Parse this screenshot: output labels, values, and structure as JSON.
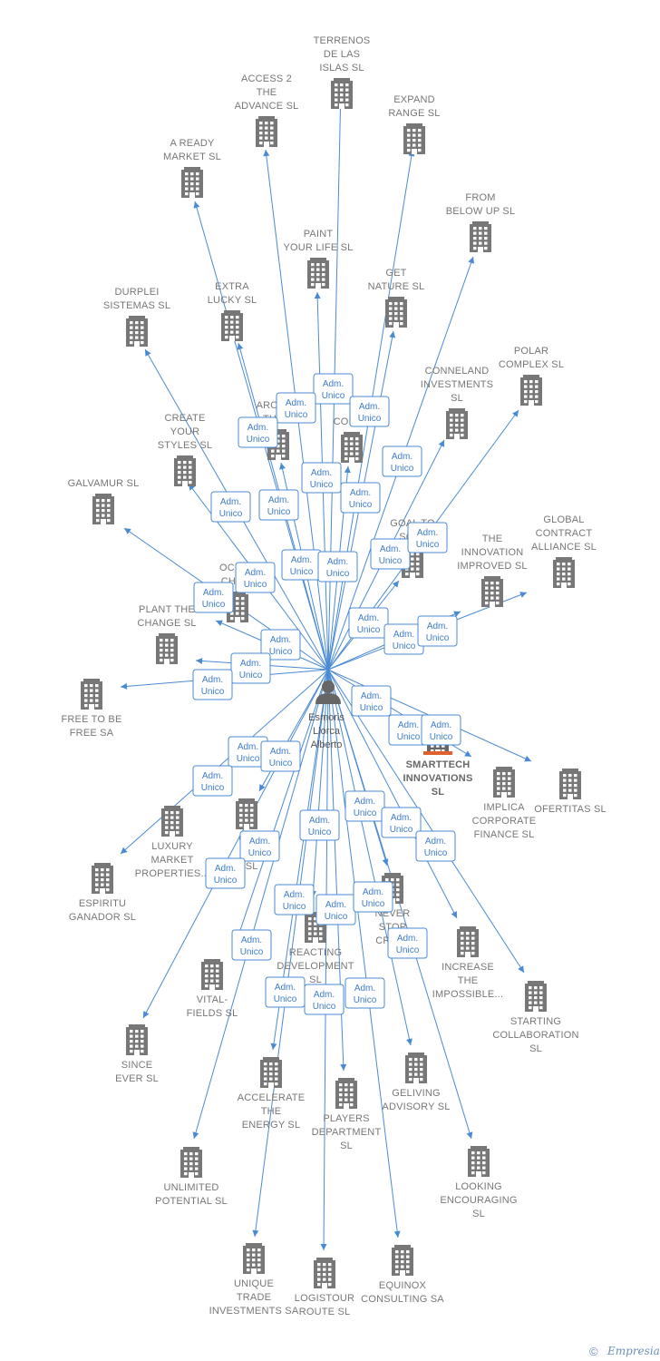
{
  "center": {
    "name_lines": [
      "Esmoris",
      "Llorca",
      "Alberto"
    ]
  },
  "badge_label_lines": [
    "Adm.",
    "Unico"
  ],
  "highlight_color": "#e06030",
  "edge_color": "#4a8ad4",
  "footer": {
    "copyright": "©",
    "brand": "Empresia"
  },
  "companies": [
    {
      "name": [
        "TERRENOS",
        "DE LAS",
        "ISLAS  SL"
      ]
    },
    {
      "name": [
        "ACCESS 2",
        "THE",
        "ADVANCE  SL"
      ]
    },
    {
      "name": [
        "EXPAND",
        "RANGE  SL"
      ]
    },
    {
      "name": [
        "A READY",
        "MARKET  SL"
      ]
    },
    {
      "name": [
        "FROM",
        "BELOW UP  SL"
      ]
    },
    {
      "name": [
        "PAINT",
        "YOUR LIFE  SL"
      ]
    },
    {
      "name": [
        "GET",
        "NATURE  SL"
      ]
    },
    {
      "name": [
        "DURPLEI",
        "SISTEMAS  SL"
      ]
    },
    {
      "name": [
        "EXTRA",
        "LUCKY  SL"
      ]
    },
    {
      "name": [
        "POLAR",
        "COMPLEX  SL"
      ]
    },
    {
      "name": [
        "CONNELAND",
        "INVESTMENTS",
        "SL"
      ]
    },
    {
      "name": [
        "AROUND",
        "THE C"
      ]
    },
    {
      "name": [
        "CONNE"
      ]
    },
    {
      "name": [
        "CREATE",
        "YOUR",
        "STYLES  SL"
      ]
    },
    {
      "name": [
        "GALVAMUR  SL"
      ]
    },
    {
      "name": [
        "GOAL TO",
        "SCAL"
      ]
    },
    {
      "name": [
        "THE",
        "INNOVATION",
        "IMPROVED  SL"
      ]
    },
    {
      "name": [
        "GLOBAL",
        "CONTRACT",
        "ALLIANCE  SL"
      ]
    },
    {
      "name": [
        "OCEAN",
        "CHALL"
      ]
    },
    {
      "name": [
        "PLANT THE",
        "CHANGE  SL"
      ]
    },
    {
      "name": [
        "FREE TO BE",
        "FREE SA"
      ]
    },
    {
      "name": [
        "SMARTTECH",
        "INNOVATIONS",
        "SL"
      ],
      "highlight": true
    },
    {
      "name": [
        "IMPLICA",
        "CORPORATE",
        "FINANCE  SL"
      ]
    },
    {
      "name": [
        "OFERTITAS  SL"
      ]
    },
    {
      "name": [
        "LUXURY",
        "MARKET",
        "PROPERTIES..."
      ]
    },
    {
      "name": [
        "GR",
        "TH",
        "D  SL"
      ]
    },
    {
      "name": [
        "ESPIRITU",
        "GANADOR SL"
      ]
    },
    {
      "name": [
        "NEVER",
        "STOP",
        "CREAT"
      ]
    },
    {
      "name": [
        "REACTING",
        "DEVELOPMENT",
        "SL"
      ]
    },
    {
      "name": [
        "INCREASE",
        "THE",
        "IMPOSSIBLE..."
      ]
    },
    {
      "name": [
        "VITAL-",
        "FIELDS  SL"
      ]
    },
    {
      "name": [
        "STARTING",
        "COLLABORATION",
        "SL"
      ]
    },
    {
      "name": [
        "SINCE",
        "EVER  SL"
      ]
    },
    {
      "name": [
        "ACCELERATE",
        "THE",
        "ENERGY  SL"
      ]
    },
    {
      "name": [
        "GELIVING",
        "ADVISORY  SL"
      ]
    },
    {
      "name": [
        "PLAYERS",
        "DEPARTMENT",
        "SL"
      ]
    },
    {
      "name": [
        "UNLIMITED",
        "POTENTIAL  SL"
      ]
    },
    {
      "name": [
        "LOOKING",
        "ENCOURAGING",
        "SL"
      ]
    },
    {
      "name": [
        "UNIQUE",
        "TRADE",
        "INVESTMENTS SA"
      ]
    },
    {
      "name": [
        "LOGISTOUR",
        "ROUTE  SL"
      ]
    },
    {
      "name": [
        "EQUINOX",
        "CONSULTING SA"
      ]
    }
  ]
}
